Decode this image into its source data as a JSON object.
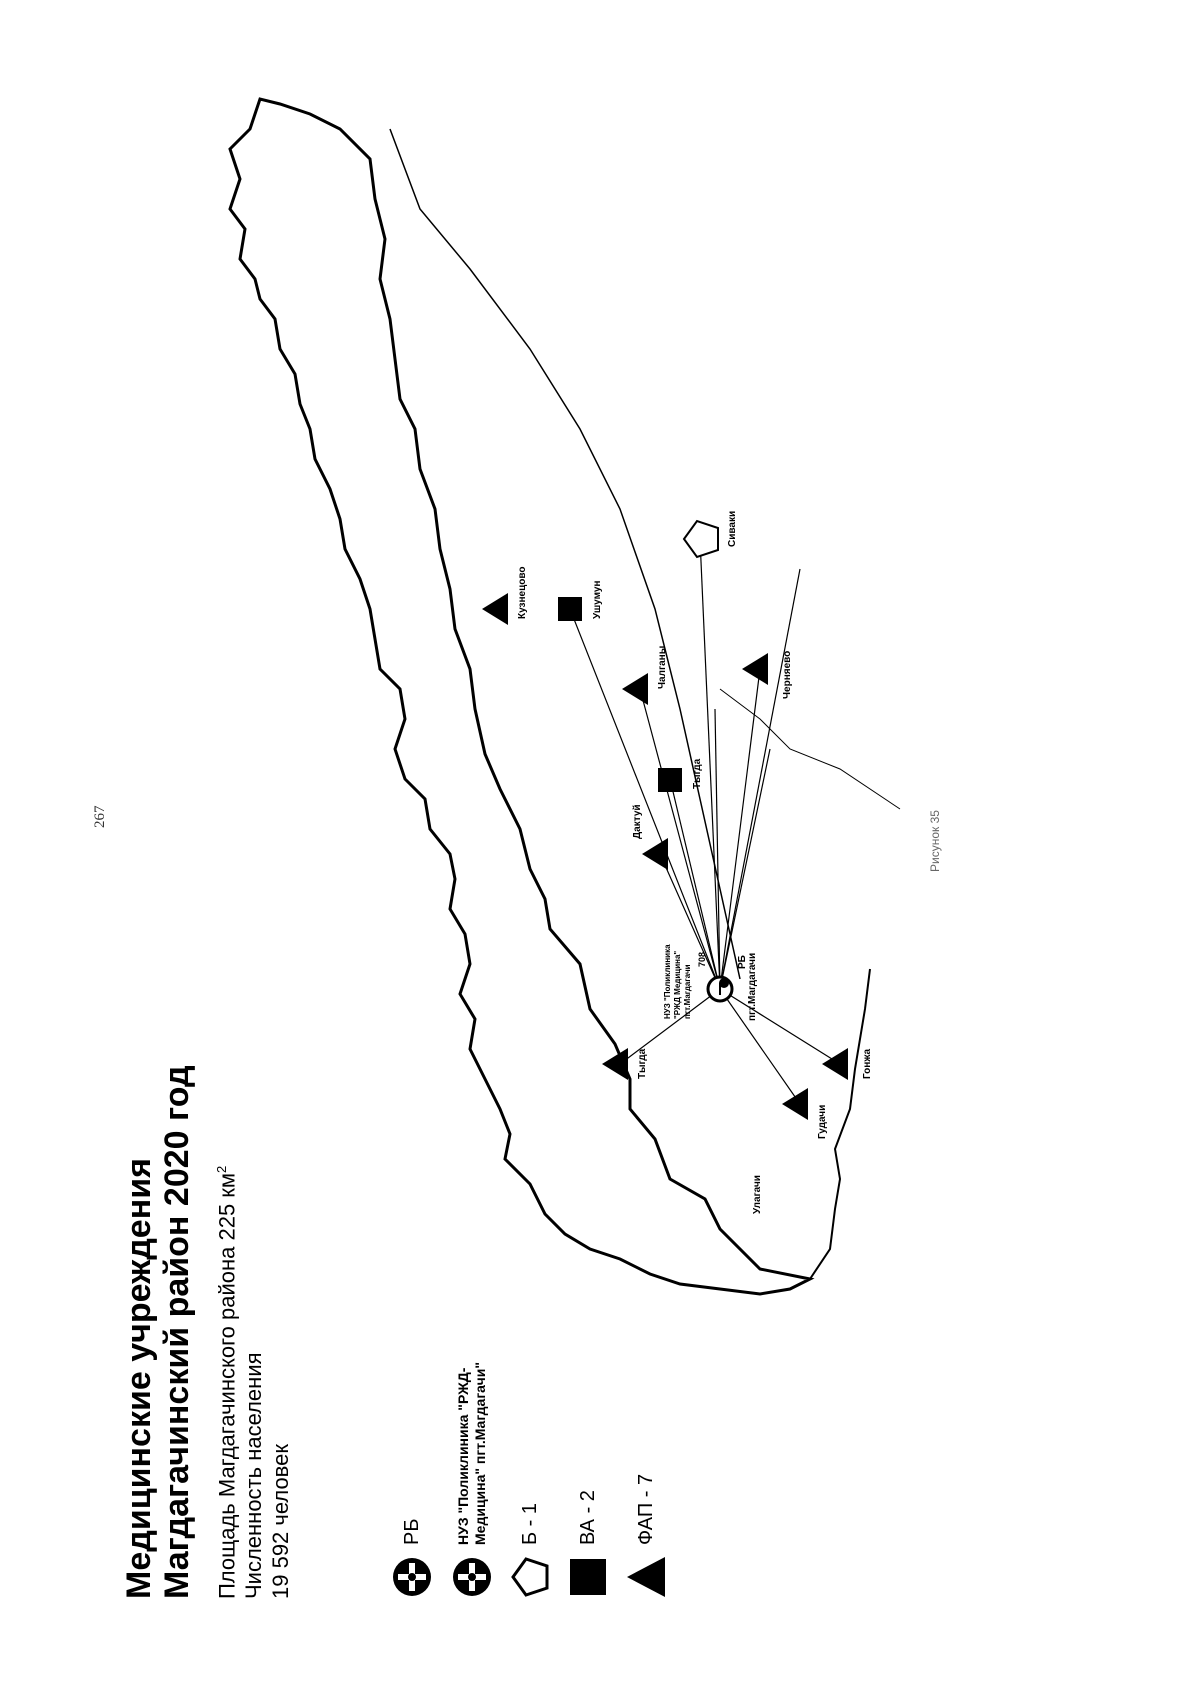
{
  "page_number": "267",
  "figure_caption": "Рисунок 35",
  "title": {
    "line1": "Медицинские учреждения",
    "line2": "Магдагачинский район 2020 год"
  },
  "info": {
    "area_prefix": "Площадь Магдагачинского района 225 км",
    "area_sup": "2",
    "population_label": "Численность населения",
    "population_value": "19 592 человек"
  },
  "legend": [
    {
      "icon": "cross-circle-icon",
      "label": "РБ"
    },
    {
      "icon": "cross-circle-icon",
      "label_line1": "НУЗ \"Поликлиника \"РЖД-",
      "label_line2": "Медицина\" пгт.Магдагачи\""
    },
    {
      "icon": "pentagon-icon",
      "label": "Б - 1"
    },
    {
      "icon": "square-icon",
      "label": "ВА - 2"
    },
    {
      "icon": "triangle-icon",
      "label": "ФАП - 7"
    }
  ],
  "map": {
    "center_label": "пгт.Магдагачи",
    "center_code": "РБ",
    "center_facility_line1": "НУЗ \"Поликлиника",
    "center_facility_line2": "\"РЖД Медицина\"",
    "center_facility_line3": "пгт.Магдагачи",
    "distance_label": "708",
    "settlements": [
      {
        "name": "Гудачи",
        "type": "ФАП"
      },
      {
        "name": "Гонжа",
        "type": "ФАП"
      },
      {
        "name": "Тыгда",
        "type": "ФАП"
      },
      {
        "name": "Дактуй",
        "type": "ФАП"
      },
      {
        "name": "Тыгда",
        "type": "ВА"
      },
      {
        "name": "Черняево",
        "type": "ФАП"
      },
      {
        "name": "Ушумун",
        "type": "ВА"
      },
      {
        "name": "Кузнецово",
        "type": "ФАП"
      },
      {
        "name": "Сиваки",
        "type": "Б"
      },
      {
        "name": "Чалганы",
        "type": "ФАП"
      },
      {
        "name": "Улагачи",
        "type": ""
      }
    ]
  }
}
